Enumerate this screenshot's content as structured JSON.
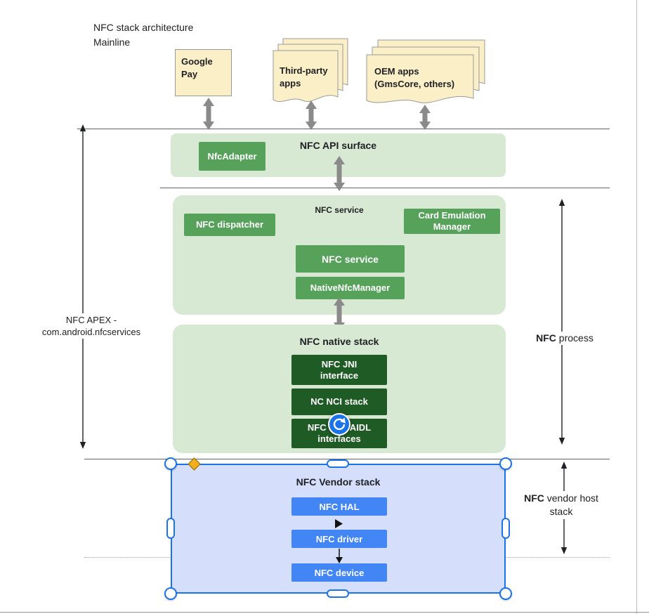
{
  "title": {
    "line1": "NFC stack architecture",
    "line2": "Mainline"
  },
  "apps": {
    "google_pay": {
      "line1": "Google",
      "line2": "Pay"
    },
    "third_party": {
      "line1": "Third-party",
      "line2": "apps"
    },
    "oem": {
      "line1": "OEM apps",
      "line2": "(GmsCore, others)"
    }
  },
  "api_surface": {
    "title": "NFC API surface",
    "adapter": "NfcAdapter"
  },
  "service": {
    "title": "NFC service",
    "dispatcher": "NFC dispatcher",
    "card_emulation_line1": "Card Emulation",
    "card_emulation_line2": "Manager",
    "service_box": "NFC service",
    "native_nfc_manager": "NativeNfcManager"
  },
  "native_stack": {
    "title": "NFC native stack",
    "jni_line1": "NFC JNI",
    "jni_line2": "interface",
    "nci": "NC NCI stack",
    "aidl_line1": "NFC HAL AIDL",
    "aidl_line2": "interfaces"
  },
  "vendor_stack": {
    "title": "NFC Vendor stack",
    "hal": "NFC HAL",
    "driver": "NFC driver",
    "device": "NFC device"
  },
  "annotations": {
    "apex_line1": "NFC APEX -",
    "apex_line2": "com.android.nfcservices",
    "process_bold": "NFC",
    "process_rest": " process",
    "vendor_line1_bold": "NFC",
    "vendor_line1_rest": " vendor host",
    "vendor_line2": "stack"
  },
  "colors": {
    "cream_fill": "#faefc6",
    "light_green": "#d7e8d3",
    "green": "#56a25b",
    "dark_green": "#1f5b24",
    "light_blue": "#d5dffb",
    "blue": "#4285f4",
    "selection_blue": "#1a73e8",
    "arrow_gray": "#8a8a8a",
    "handle_orange": "#f2ae1c"
  }
}
